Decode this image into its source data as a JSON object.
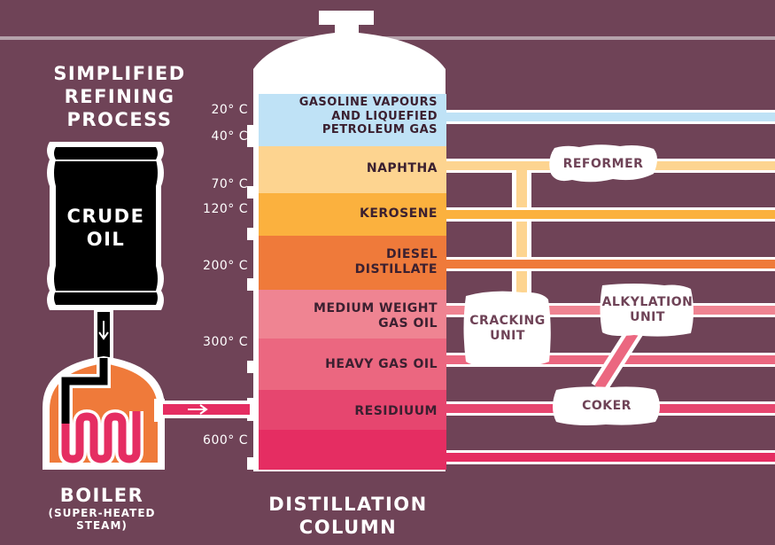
{
  "title": {
    "line1": "Simplified",
    "line2": "Refining",
    "line3": "Process"
  },
  "barrel": {
    "line1": "Crude",
    "line2": "Oil"
  },
  "boiler": {
    "title": "Boiler",
    "sub1": "(super-heated",
    "sub2": "steam)"
  },
  "column": {
    "line1": "Distillation",
    "line2": "Column"
  },
  "temperatures": [
    "20° C",
    "40° C",
    "70° C",
    "120° C",
    "200° C",
    "300° C",
    "600° C"
  ],
  "bands": [
    {
      "line1": "Gasoline vapours",
      "line2": "and liquefied",
      "line3": "petroleum gas",
      "color": "#bfe2f6"
    },
    {
      "line1": "Naphtha",
      "color": "#fdd490"
    },
    {
      "line1": "Kerosene",
      "color": "#fbb13e"
    },
    {
      "line1": "Diesel",
      "line2": "distillate",
      "color": "#ef7a3a"
    },
    {
      "line1": "Medium weight",
      "line2": "gas oil",
      "color": "#ef8492"
    },
    {
      "line1": "Heavy gas oil",
      "color": "#eb6780"
    },
    {
      "line1": "Residiuum",
      "color": "#e6466f"
    },
    {
      "line1": "",
      "color": "#e52d62"
    }
  ],
  "units": {
    "reformer": "Reformer",
    "cracking": {
      "line1": "Cracking",
      "line2": "unit"
    },
    "alkylation": {
      "line1": "Alkylation",
      "line2": "unit"
    },
    "coker": "Coker"
  },
  "colors": {
    "background": "#6f4357",
    "white": "#ffffff",
    "barrel": "#000000",
    "boiler": "#ef7a3a"
  }
}
